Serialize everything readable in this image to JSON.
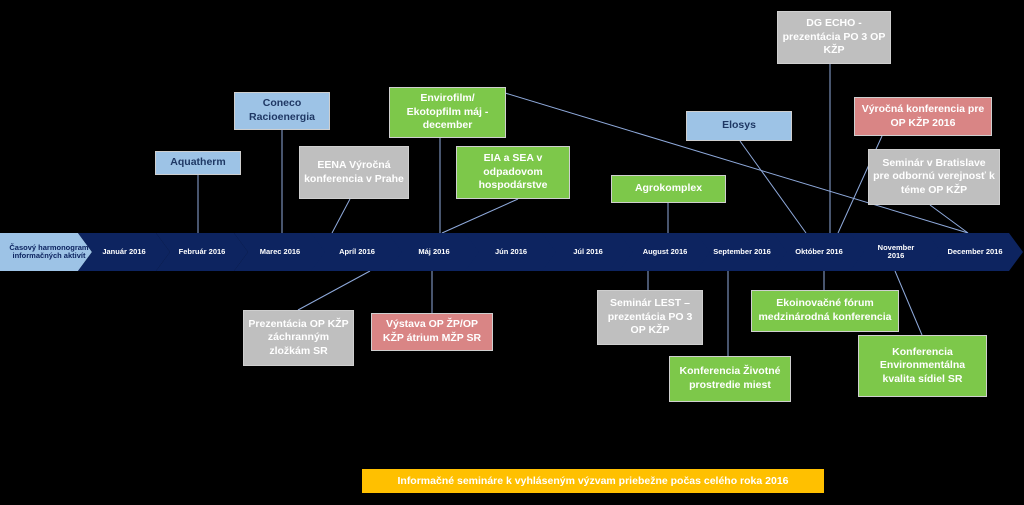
{
  "timeline": {
    "first_label": "Časový harmonogram informačných aktivít",
    "months": [
      {
        "label": "Január  2016"
      },
      {
        "label": "Február 2016"
      },
      {
        "label": "Marec   2016"
      },
      {
        "label": "Apríl      2016"
      },
      {
        "label": "Máj       2016"
      },
      {
        "label": "Jún       2016"
      },
      {
        "label": "Júl              2016"
      },
      {
        "label": "August  2016"
      },
      {
        "label": "September 2016"
      },
      {
        "label": "Október 2016"
      },
      {
        "label": "November 2016"
      },
      {
        "label": "December 2016"
      }
    ]
  },
  "events_above": [
    {
      "label": "Aquatherm",
      "color": "blue"
    },
    {
      "label": "Coneco Racioenergia",
      "color": "blue"
    },
    {
      "label": "EENA Výročná konferencia v Prahe",
      "color": "gray"
    },
    {
      "label": "Envirofilm/ Ekotopfilm máj - december",
      "color": "green"
    },
    {
      "label": "EIA a SEA v odpadovom hospodárstve",
      "color": "green"
    },
    {
      "label": "Agrokomplex",
      "color": "green"
    },
    {
      "label": "Elosys",
      "color": "blue"
    },
    {
      "label": "DG ECHO - prezentácia PO 3 OP KŽP",
      "color": "gray"
    },
    {
      "label": "Výročná konferencia pre OP KŽP 2016",
      "color": "red"
    },
    {
      "label": "Seminár v Bratislave pre odbornú verejnosť k téme OP KŽP",
      "color": "gray"
    }
  ],
  "events_below": [
    {
      "label": "Prezentácia OP KŽP záchranným zložkám SR",
      "color": "gray"
    },
    {
      "label": "Výstava OP ŽP/OP KŽP átrium MŽP SR",
      "color": "red"
    },
    {
      "label": "Seminár LEST – prezentácia PO 3 OP KŽP",
      "color": "gray"
    },
    {
      "label": "Konferencia Životné prostredie miest",
      "color": "green"
    },
    {
      "label": "Ekoinovačné fórum medzinárodná konferencia",
      "color": "green"
    },
    {
      "label": "Konferencia Environmentálna kvalita sídiel SR",
      "color": "green"
    }
  ],
  "footer": {
    "label": "Informačné semináre k vyhláseným výzvam priebežne počas celého roka 2016"
  },
  "colors": {
    "navy": "#0d2460",
    "light_blue": "#9dc3e6",
    "gray": "#bfbfbf",
    "green": "#7dc84a",
    "red": "#d98585",
    "orange": "#ffc000",
    "line": "#8faadc"
  }
}
